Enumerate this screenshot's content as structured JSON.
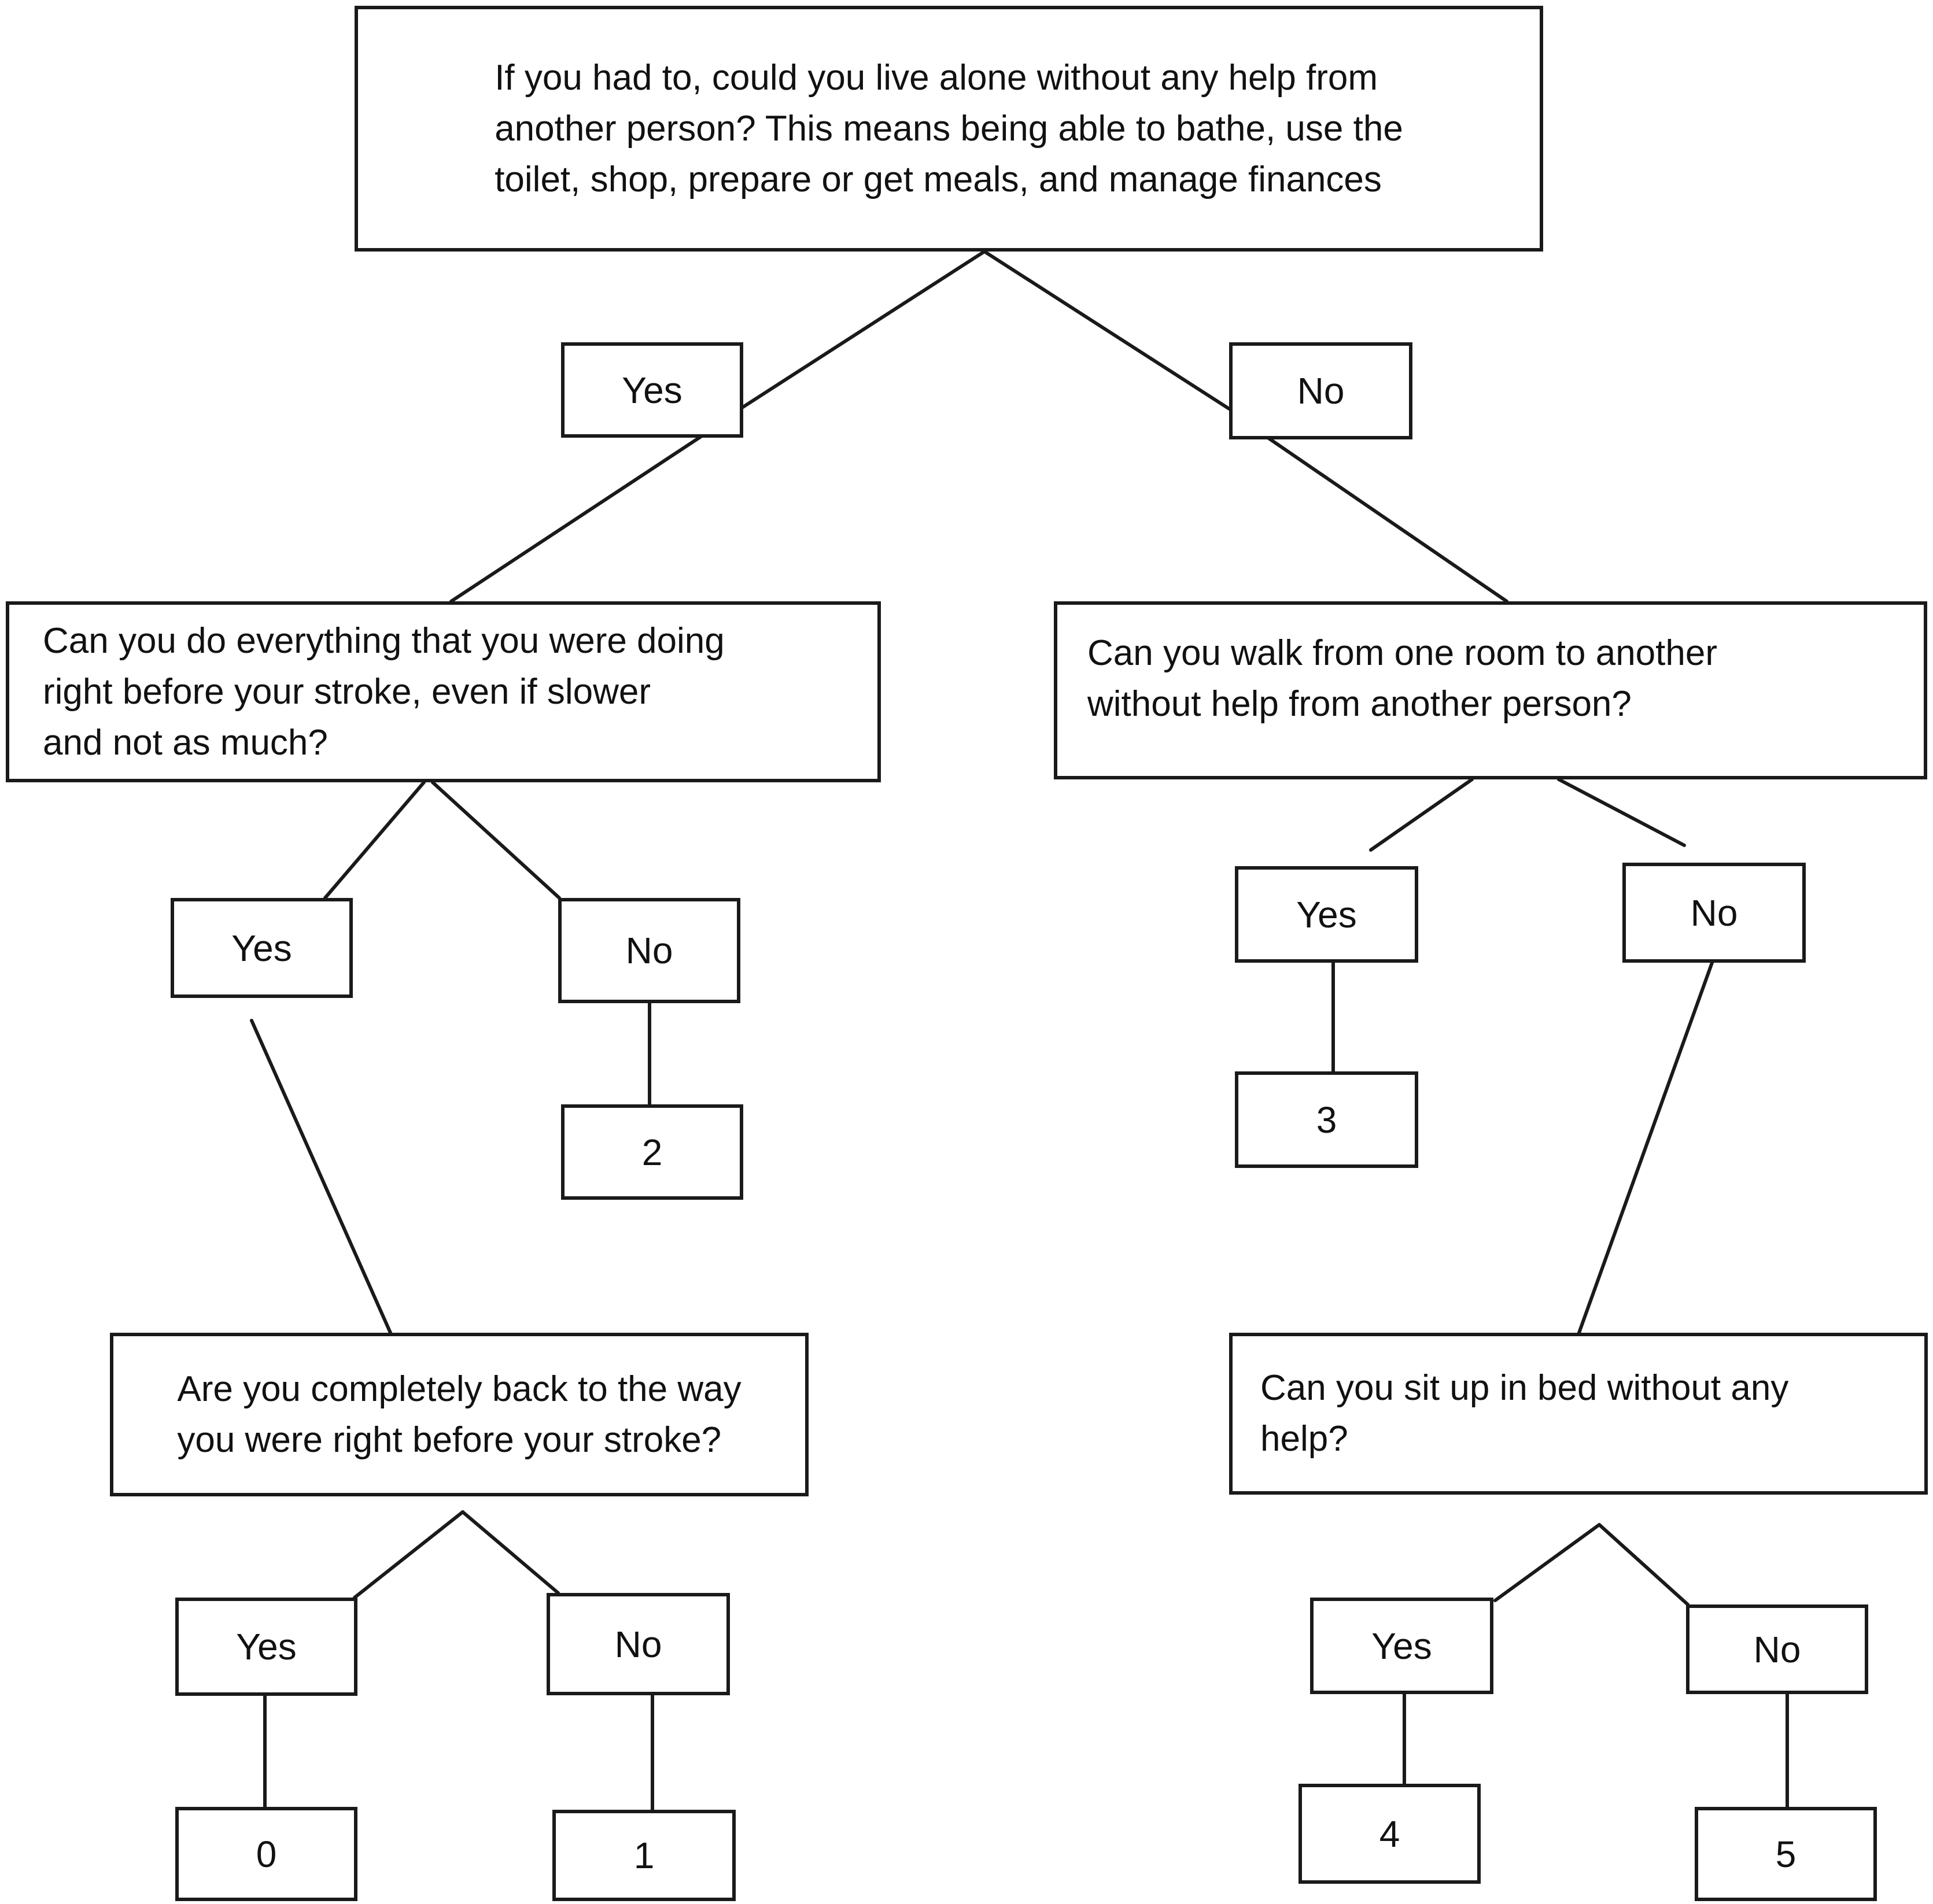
{
  "questions": {
    "q1": "If you had to, could you live alone without any help from\nanother person? This means being able to bathe, use the\n  toilet, shop, prepare or get meals, and manage finances",
    "q2": "Can you do everything that you were doing\n right before your stroke, even if slower\nand not as much?",
    "q3": "Can you walk from one room to another\n without help from another person?",
    "q4": "Are you completely back to the way\n you were right before your stroke?",
    "q5": "Can you sit up in bed without any\nhelp?"
  },
  "answers": {
    "yes": "Yes",
    "no": "No"
  },
  "scores": {
    "s0": "0",
    "s1": "1",
    "s2": "2",
    "s3": "3",
    "s4": "4",
    "s5": "5"
  }
}
